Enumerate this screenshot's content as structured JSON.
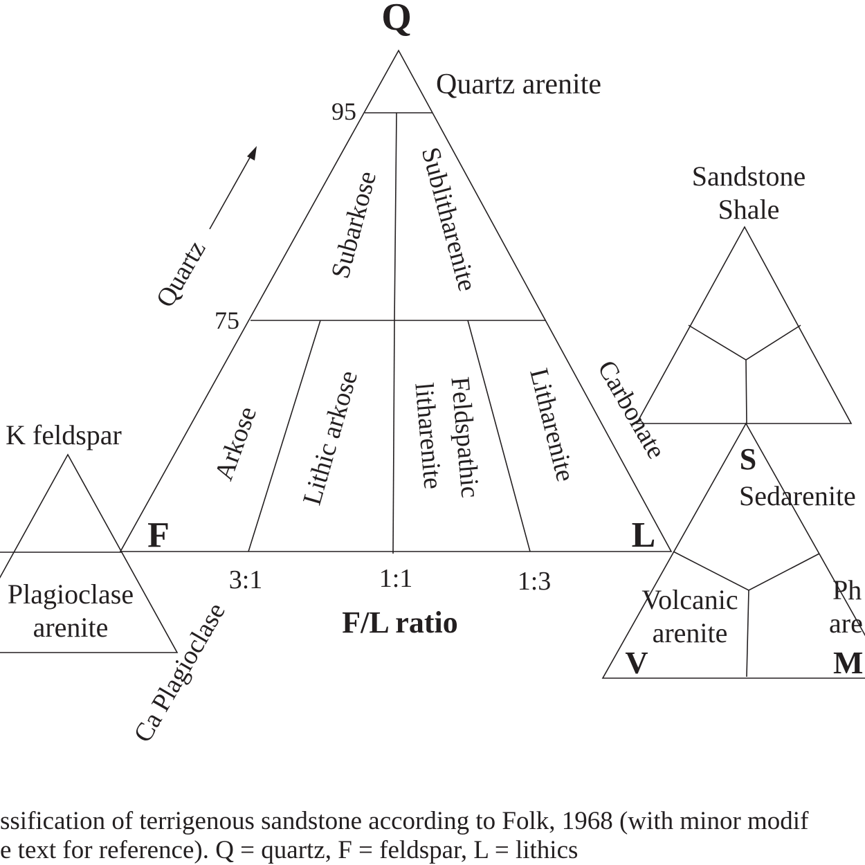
{
  "main": {
    "apex_q": "Q",
    "apex_f": "F",
    "apex_l": "L",
    "quartz_arenite": "Quartz arenite",
    "tick_95": "95",
    "tick_75": "75",
    "subarkose": "Subarkose",
    "sublitharenite": "Sublitharenite",
    "arkose": "Arkose",
    "lithic_arkose": "Lithic arkose",
    "feldspathic_1": "Feldspathic",
    "feldspathic_2": "litharenite",
    "litharenite": "Litharenite",
    "ratio_3_1": "3:1",
    "ratio_1_1": "1:1",
    "ratio_1_3": "1:3",
    "fl_ratio": "F/L ratio",
    "quartz_axis": "Quartz",
    "carbonate_axis": "Carbonate",
    "ca_plagioclase_axis": "Ca Plagioclase",
    "colors": {
      "top": "#f4e84f",
      "bottom": "#f7a272"
    }
  },
  "feldspar_inset": {
    "k_feldspar": "K feldspar",
    "plagioclase_1": "Plagioclase",
    "plagioclase_2": "arenite",
    "color": "#f9cfc3"
  },
  "sandstone_inset": {
    "line1": "Sandstone",
    "line2": "Shale",
    "color": "#d3e087"
  },
  "lithic_inset": {
    "apex_s": "S",
    "apex_v": "V",
    "apex_m": "M",
    "sedarenite": "Sedarenite",
    "volcanic_1": "Volcanic",
    "volcanic_2": "arenite",
    "phyll_1": "Ph",
    "phyll_2": "are",
    "color": "#e5e6e8"
  },
  "caption": {
    "line1": "ssification of terrigenous sandstone according to Folk, 1968 (with minor modif",
    "line2": "e text for reference). Q = quartz, F = feldspar, L = lithics"
  }
}
